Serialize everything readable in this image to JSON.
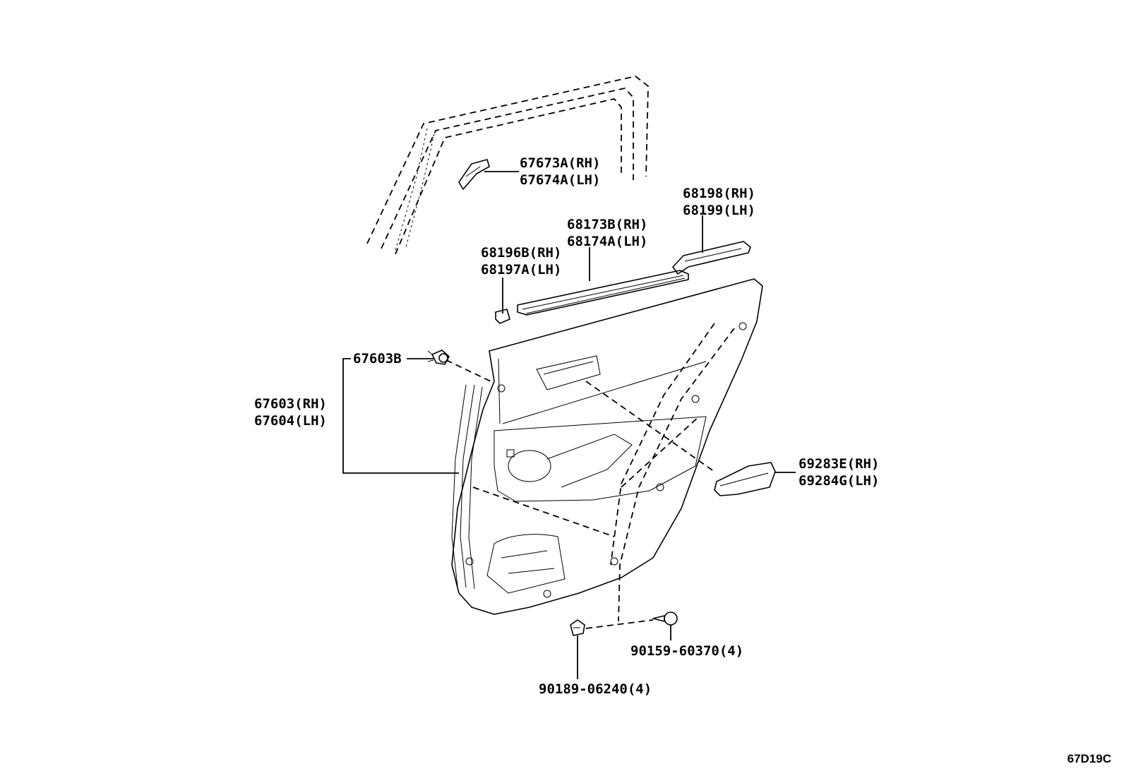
{
  "diagram": {
    "code": "67D19C",
    "labels": {
      "outer_molding": [
        "67673A(RH)",
        "67674A(LH)"
      ],
      "garnish_rear": [
        "68198(RH)",
        "68199(LH)"
      ],
      "belt_weatherstrip": [
        "68173B(RH)",
        "68174A(LH)"
      ],
      "end_piece": [
        "68196B(RH)",
        "68197A(LH)"
      ],
      "clip": [
        "67603B"
      ],
      "trim_board": [
        "67603(RH)",
        "67604(LH)"
      ],
      "armrest": [
        "69283E(RH)",
        "69284G(LH)"
      ],
      "screw": [
        "90159-60370(4)"
      ],
      "nut": [
        "90189-06240(4)"
      ]
    }
  }
}
